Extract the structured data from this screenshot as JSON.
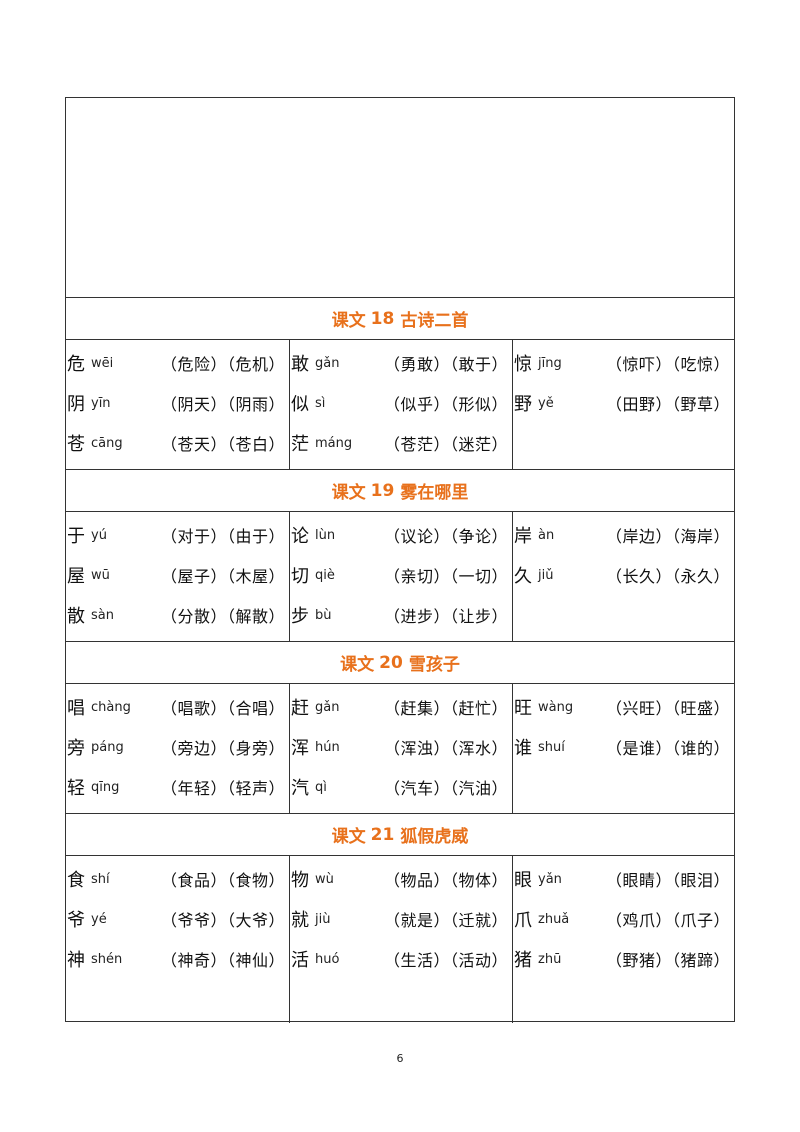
{
  "accent_color": "#e8711c",
  "lessons": [
    {
      "title_prefix": "课文",
      "number": "18",
      "title": "古诗二首",
      "columns": [
        [
          {
            "char": "危",
            "pinyin": "wēi",
            "words": "（危险）（危机）"
          },
          {
            "char": "阴",
            "pinyin": "yīn",
            "words": "（阴天）（阴雨）"
          },
          {
            "char": "苍",
            "pinyin": "cāng",
            "words": "（苍天）（苍白）"
          }
        ],
        [
          {
            "char": "敢",
            "pinyin": "gǎn",
            "words": "（勇敢）（敢于）"
          },
          {
            "char": "似",
            "pinyin": "sì",
            "words": "（似乎）（形似）"
          },
          {
            "char": "茫",
            "pinyin": "máng",
            "words": "（苍茫）（迷茫）"
          }
        ],
        [
          {
            "char": "惊",
            "pinyin": "jīng",
            "words": "（惊吓）（吃惊）"
          },
          {
            "char": "野",
            "pinyin": "yě",
            "words": "（田野）（野草）"
          }
        ]
      ]
    },
    {
      "title_prefix": "课文",
      "number": "19",
      "title": "雾在哪里",
      "columns": [
        [
          {
            "char": "于",
            "pinyin": "yú",
            "words": "（对于）（由于）"
          },
          {
            "char": "屋",
            "pinyin": "wū",
            "words": "（屋子）（木屋）"
          },
          {
            "char": "散",
            "pinyin": "sàn",
            "words": "（分散）（解散）"
          }
        ],
        [
          {
            "char": "论",
            "pinyin": "lùn",
            "words": "（议论）（争论）"
          },
          {
            "char": "切",
            "pinyin": "qiè",
            "words": "（亲切）（一切）"
          },
          {
            "char": "步",
            "pinyin": "bù",
            "words": "（进步）（让步）"
          }
        ],
        [
          {
            "char": "岸",
            "pinyin": "àn",
            "words": "（岸边）（海岸）"
          },
          {
            "char": "久",
            "pinyin": "jiǔ",
            "words": "（长久）（永久）"
          }
        ]
      ]
    },
    {
      "title_prefix": "课文",
      "number": "20",
      "title": "雪孩子",
      "columns": [
        [
          {
            "char": "唱",
            "pinyin": "chàng",
            "words": "（唱歌）（合唱）"
          },
          {
            "char": "旁",
            "pinyin": "páng",
            "words": "（旁边）（身旁）"
          },
          {
            "char": "轻",
            "pinyin": "qīng",
            "words": "（年轻）（轻声）"
          }
        ],
        [
          {
            "char": "赶",
            "pinyin": "gǎn",
            "words": "（赶集）（赶忙）"
          },
          {
            "char": "浑",
            "pinyin": "hún",
            "words": "（浑浊）（浑水）"
          },
          {
            "char": "汽",
            "pinyin": "qì",
            "words": "（汽车）（汽油）"
          }
        ],
        [
          {
            "char": "旺",
            "pinyin": "wàng",
            "words": "（兴旺）（旺盛）"
          },
          {
            "char": "谁",
            "pinyin": "shuí",
            "words": "（是谁）（谁的）"
          }
        ]
      ]
    },
    {
      "title_prefix": "课文",
      "number": "21",
      "title": "狐假虎威",
      "columns": [
        [
          {
            "char": "食",
            "pinyin": "shí",
            "words": "（食品）（食物）"
          },
          {
            "char": "爷",
            "pinyin": "yé",
            "words": "（爷爷）（大爷）"
          },
          {
            "char": "神",
            "pinyin": "shén",
            "words": "（神奇）（神仙）"
          }
        ],
        [
          {
            "char": "物",
            "pinyin": "wù",
            "words": "（物品）（物体）"
          },
          {
            "char": "就",
            "pinyin": "jiù",
            "words": "（就是）（迁就）"
          },
          {
            "char": "活",
            "pinyin": "huó",
            "words": "（生活）（活动）"
          }
        ],
        [
          {
            "char": "眼",
            "pinyin": "yǎn",
            "words": "（眼睛）（眼泪）"
          },
          {
            "char": "爪",
            "pinyin": "zhuǎ",
            "words": "（鸡爪）（爪子）"
          },
          {
            "char": "猪",
            "pinyin": "zhū",
            "words": "（野猪）（猪蹄）"
          }
        ]
      ]
    }
  ],
  "page_number": "6"
}
